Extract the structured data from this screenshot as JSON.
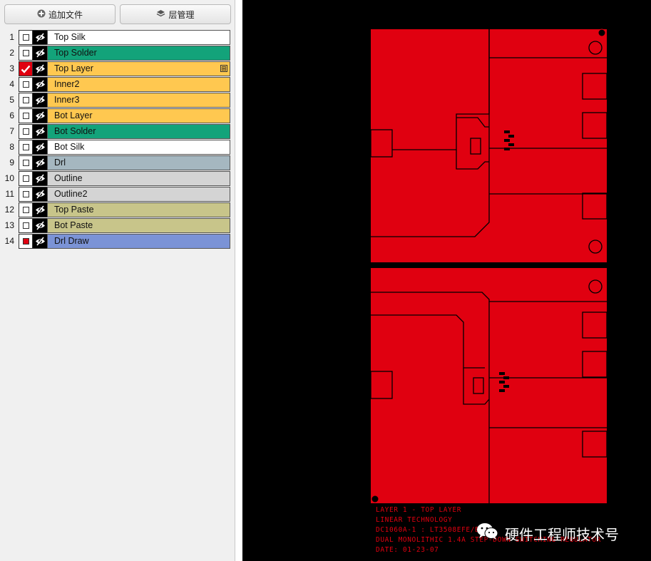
{
  "toolbar": {
    "add_file_label": "追加文件",
    "layer_mgmt_label": "层管理"
  },
  "layers": [
    {
      "num": "1",
      "name": "Top Silk",
      "color": "#ffffff",
      "checked": false,
      "expand": false
    },
    {
      "num": "2",
      "name": "Top Solder",
      "color": "#13a37a",
      "checked": false,
      "expand": false
    },
    {
      "num": "3",
      "name": "Top Layer",
      "color": "#ffc850",
      "checked": true,
      "expand": true
    },
    {
      "num": "4",
      "name": "Inner2",
      "color": "#ffc850",
      "checked": false,
      "expand": false
    },
    {
      "num": "5",
      "name": "Inner3",
      "color": "#ffc850",
      "checked": false,
      "expand": false
    },
    {
      "num": "6",
      "name": "Bot Layer",
      "color": "#ffc850",
      "checked": false,
      "expand": false
    },
    {
      "num": "7",
      "name": "Bot Solder",
      "color": "#13a37a",
      "checked": false,
      "expand": false
    },
    {
      "num": "8",
      "name": "Bot Silk",
      "color": "#ffffff",
      "checked": false,
      "expand": false
    },
    {
      "num": "9",
      "name": "Drl",
      "color": "#a5b7c0",
      "checked": false,
      "expand": false
    },
    {
      "num": "10",
      "name": "Outline",
      "color": "#d4d4d4",
      "checked": false,
      "expand": false
    },
    {
      "num": "11",
      "name": "Outline2",
      "color": "#d4d4d4",
      "checked": false,
      "expand": false
    },
    {
      "num": "12",
      "name": "Top Paste",
      "color": "#c8c58a",
      "checked": false,
      "expand": false
    },
    {
      "num": "13",
      "name": "Bot Paste",
      "color": "#c8c58a",
      "checked": false,
      "expand": false
    },
    {
      "num": "14",
      "name": "Drl Draw",
      "color": "#7b93d6",
      "checked": false,
      "filled": true,
      "expand": false
    }
  ],
  "expand_glyph": "⊞",
  "board": {
    "copper_color": "#e00010",
    "text_lines": [
      "LAYER 1 - TOP LAYER",
      "LINEAR TECHNOLOGY",
      "DC1060A-1 : LT3508EFE/EUF",
      "DUAL MONOLITHIC 1.4A STEP-DOWN SWITCHING REGULATOR",
      "DATE: 01-23-07"
    ]
  },
  "watermark": {
    "text": "硬件工程师技术号",
    "icon": "wechat-icon"
  }
}
